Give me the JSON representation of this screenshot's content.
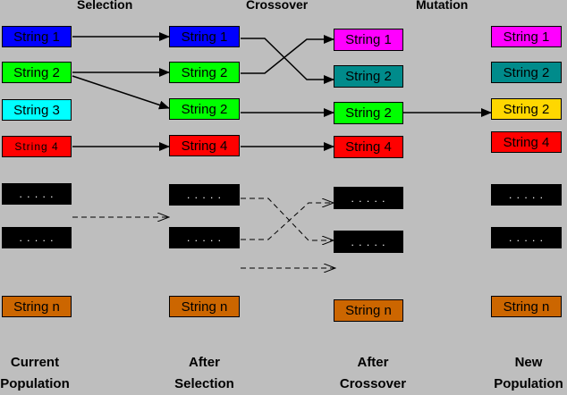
{
  "stages": {
    "selection": "Selection",
    "crossover": "Crossover",
    "mutation": "Mutation"
  },
  "columns": {
    "current": {
      "caption_line1": "Current",
      "caption_line2": "Population",
      "boxes": [
        {
          "label": "String 1",
          "color": "#0000ff"
        },
        {
          "label": "String 2",
          "color": "#00ff00"
        },
        {
          "label": "String 3",
          "color": "#00ffff"
        },
        {
          "label": "String 4",
          "color": "#ff0000"
        },
        {
          "label": ". . . . .",
          "color": "#000000"
        },
        {
          "label": ". . . . .",
          "color": "#000000"
        },
        {
          "label": "String n",
          "color": "#cc6600"
        }
      ]
    },
    "after_selection": {
      "caption_line1": "After",
      "caption_line2": "Selection",
      "boxes": [
        {
          "label": "String 1",
          "color": "#0000ff"
        },
        {
          "label": "String 2",
          "color": "#00ff00"
        },
        {
          "label": "String 2",
          "color": "#00ff00"
        },
        {
          "label": "String 4",
          "color": "#ff0000"
        },
        {
          "label": ". . . . .",
          "color": "#000000"
        },
        {
          "label": ". . . . .",
          "color": "#000000"
        },
        {
          "label": "String n",
          "color": "#cc6600"
        }
      ]
    },
    "after_crossover": {
      "caption_line1": "After",
      "caption_line2": "Crossover",
      "boxes": [
        {
          "label": "String 1",
          "color": "#ff00ff"
        },
        {
          "label": "String 2",
          "color": "#008b8b"
        },
        {
          "label": "String 2",
          "color": "#00ff00"
        },
        {
          "label": "String 4",
          "color": "#ff0000"
        },
        {
          "label": ". . . . .",
          "color": "#000000"
        },
        {
          "label": ". . . . .",
          "color": "#000000"
        },
        {
          "label": "String n",
          "color": "#cc6600"
        }
      ]
    },
    "new_population": {
      "caption_line1": "New",
      "caption_line2": "Population",
      "boxes": [
        {
          "label": "String 1",
          "color": "#ff00ff"
        },
        {
          "label": "String 2",
          "color": "#008b8b"
        },
        {
          "label": "String 2",
          "color": "#ffd700"
        },
        {
          "label": "String 4",
          "color": "#ff0000"
        },
        {
          "label": ". . . . .",
          "color": "#000000"
        },
        {
          "label": ". . . . .",
          "color": "#000000"
        },
        {
          "label": "String n",
          "color": "#cc6600"
        }
      ]
    }
  }
}
